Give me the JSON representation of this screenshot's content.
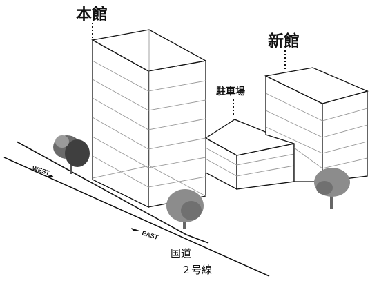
{
  "labels": {
    "main_building": "本館",
    "new_building": "新館",
    "parking": "駐車場",
    "road_line1": "国道",
    "road_line2": "２号線",
    "west": "WEST",
    "east": "EAST"
  },
  "colors": {
    "lines": "#111111",
    "floor_lines": "#999999",
    "tree_dark": "#3f3f3f",
    "tree_mid": "#6a6a6a",
    "tree_light": "#9a9a9a"
  }
}
